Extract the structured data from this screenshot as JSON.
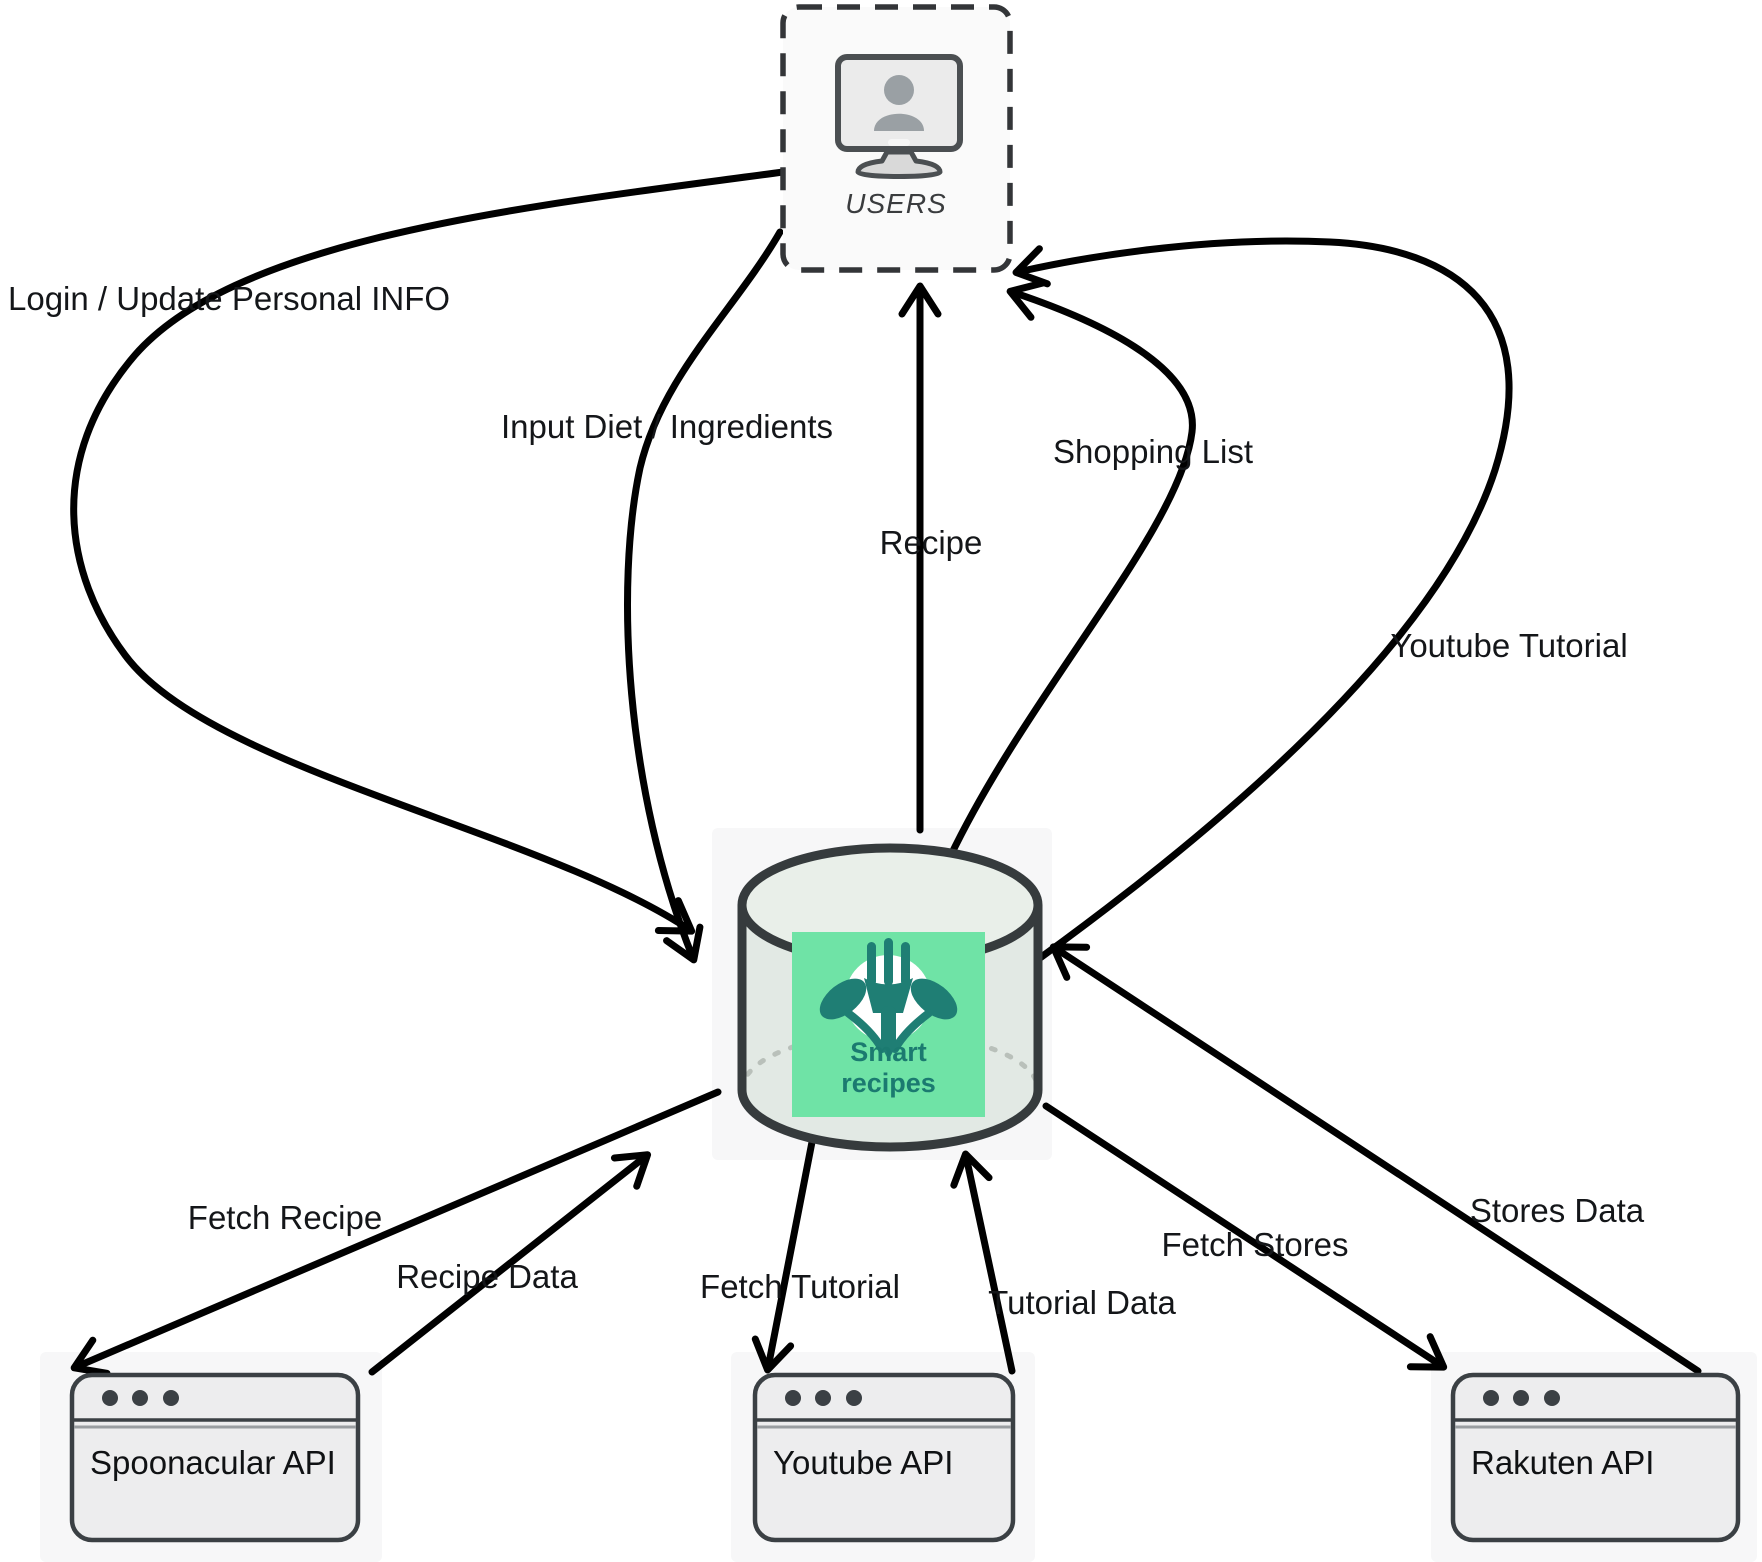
{
  "diagram": {
    "type": "flow-diagram",
    "nodes": {
      "users": {
        "label": "USERS",
        "icon": "user-monitor-icon"
      },
      "database": {
        "logo_top": "Smart",
        "logo_bottom": "recipes",
        "icon": "database-cylinder"
      },
      "spoonacular": {
        "label": "Spoonacular API",
        "icon": "browser-window-icon"
      },
      "youtube": {
        "label": "Youtube API",
        "icon": "browser-window-icon"
      },
      "rakuten": {
        "label": "Rakuten API",
        "icon": "browser-window-icon"
      }
    },
    "edges": [
      {
        "from": "users",
        "to": "database",
        "label": "Login / Update Personal INFO"
      },
      {
        "from": "users",
        "to": "database",
        "label": "Input Diet / Ingredients"
      },
      {
        "from": "database",
        "to": "users",
        "label": "Recipe"
      },
      {
        "from": "database",
        "to": "users",
        "label": "Shopping List"
      },
      {
        "from": "database",
        "to": "users",
        "label": "Youtube Tutorial"
      },
      {
        "from": "database",
        "to": "spoonacular",
        "label": "Fetch Recipe"
      },
      {
        "from": "spoonacular",
        "to": "database",
        "label": "Recipe Data"
      },
      {
        "from": "database",
        "to": "youtube",
        "label": "Fetch Tutorial"
      },
      {
        "from": "youtube",
        "to": "database",
        "label": "Tutorial Data"
      },
      {
        "from": "database",
        "to": "rakuten",
        "label": "Fetch Stores"
      },
      {
        "from": "rakuten",
        "to": "database",
        "label": "Stores Data"
      }
    ],
    "colors": {
      "arrow": "#000000",
      "node_stroke": "#3b4044",
      "cylinder_fill": "#e2e9e4",
      "logo_green": "#6fe3a6",
      "logo_teal": "#1f7e74",
      "panel_bg": "#f7f7f8",
      "window_fill": "#ededee"
    }
  }
}
